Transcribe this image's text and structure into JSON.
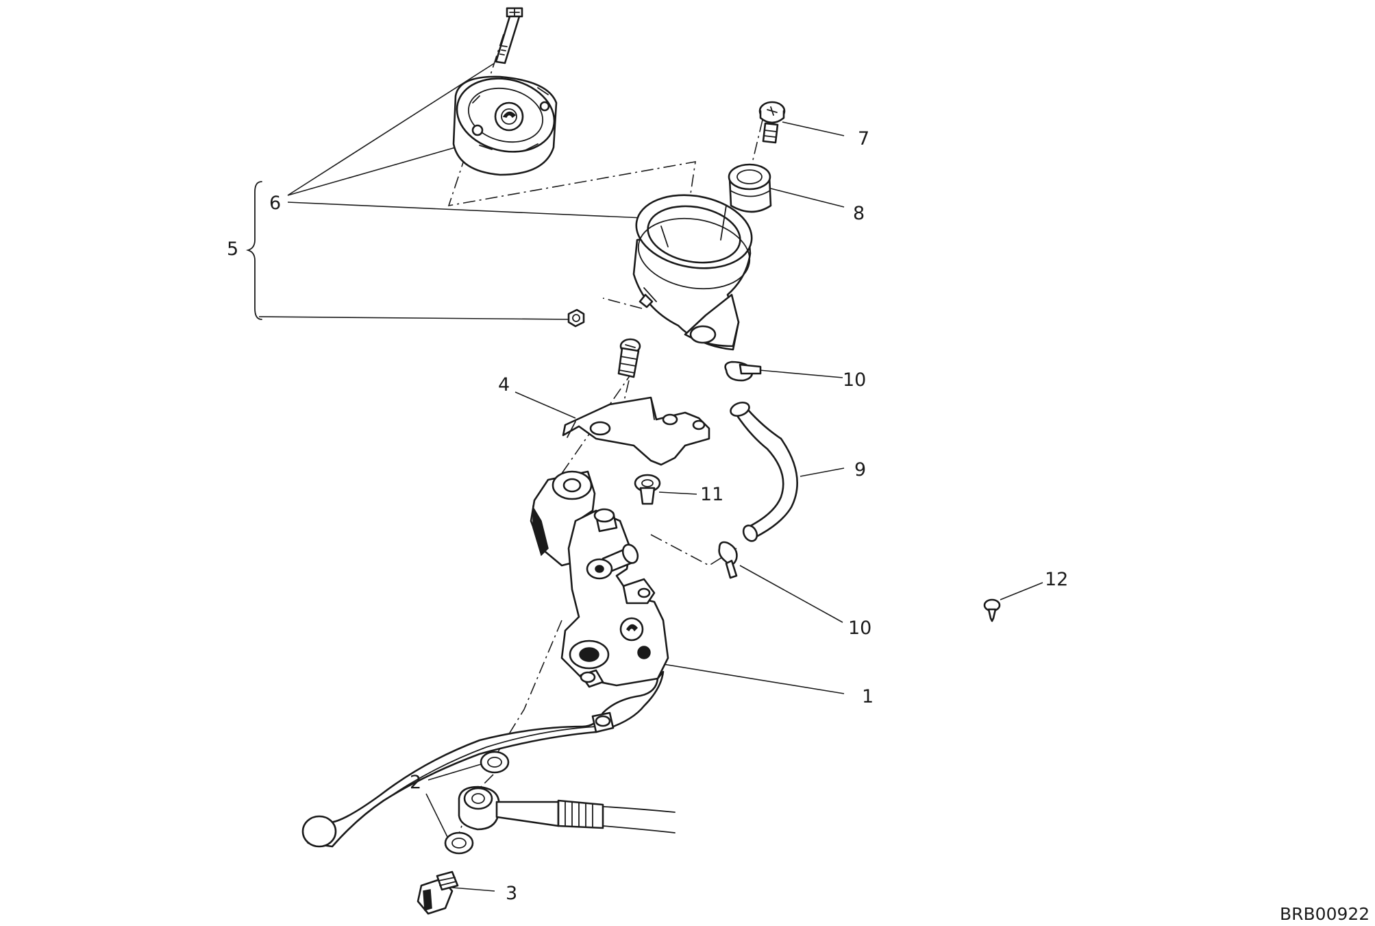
{
  "callouts": {
    "c1": "1",
    "c2": "2",
    "c3": "3",
    "c4": "4",
    "c5": "5",
    "c6": "6",
    "c7": "7",
    "c8": "8",
    "c9": "9",
    "c10a": "10",
    "c10b": "10",
    "c11": "11",
    "c12": "12"
  },
  "drawing_code": "BRB00922"
}
